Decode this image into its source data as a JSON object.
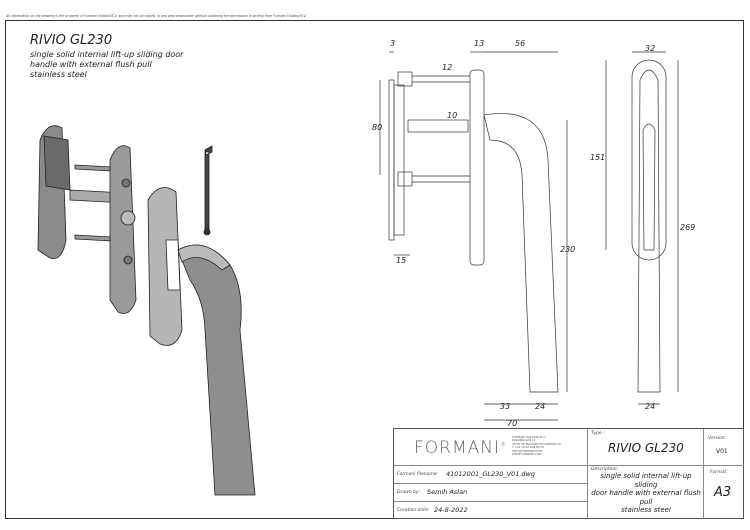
{
  "disclaimer": "All information on the drawing is the property of Formani Holland B.V. and may not be copied, in any way whatsoever without obtaining the permission in writing from Formani Holland B.V.",
  "header": {
    "title": "RIVIO GL230",
    "description_lines": [
      "single solid internal lift-up sliding door",
      "handle with external flush pull",
      "stainless steel"
    ]
  },
  "side_view_dimensions": {
    "d3": "3",
    "d13": "13",
    "d56": "56",
    "d12": "12",
    "d80": "80",
    "d10": "10",
    "d15": "15",
    "d230": "230",
    "d33": "33",
    "d24": "24",
    "d70": "70"
  },
  "front_view_dimensions": {
    "d32": "32",
    "d151": "151",
    "d269": "269",
    "d24": "24"
  },
  "title_block": {
    "logo": "FORMANI",
    "logo_mark": "®",
    "address_lines": [
      "FORMANI HOLLAND B.V.",
      "EUROPALAAN 12",
      "43 PH 68 MAASTRICHT-AIRPORT NL",
      "T +31 (0)43 308 90 00",
      "INFO@FORMANI.COM",
      "WWW.FORMANI.COM"
    ],
    "type_label": "Type :",
    "type_value": "RIVIO GL230",
    "version_label": "Version:",
    "version_value": "V01",
    "filename_label": "Formani filename:",
    "filename_value": "41012001_GL230_V01.dwg",
    "drawn_by_label": "Drawn by:",
    "drawn_by_value": "Semih Aslan",
    "creation_date_label": "Creation date:",
    "creation_date_value": "24-8-2022",
    "description_label": "Description:",
    "description_lines": [
      "single solid internal lift-up sliding",
      "door handle with external flush pull",
      "stainless steel"
    ],
    "format_label": "Format:",
    "format_value": "A3"
  }
}
